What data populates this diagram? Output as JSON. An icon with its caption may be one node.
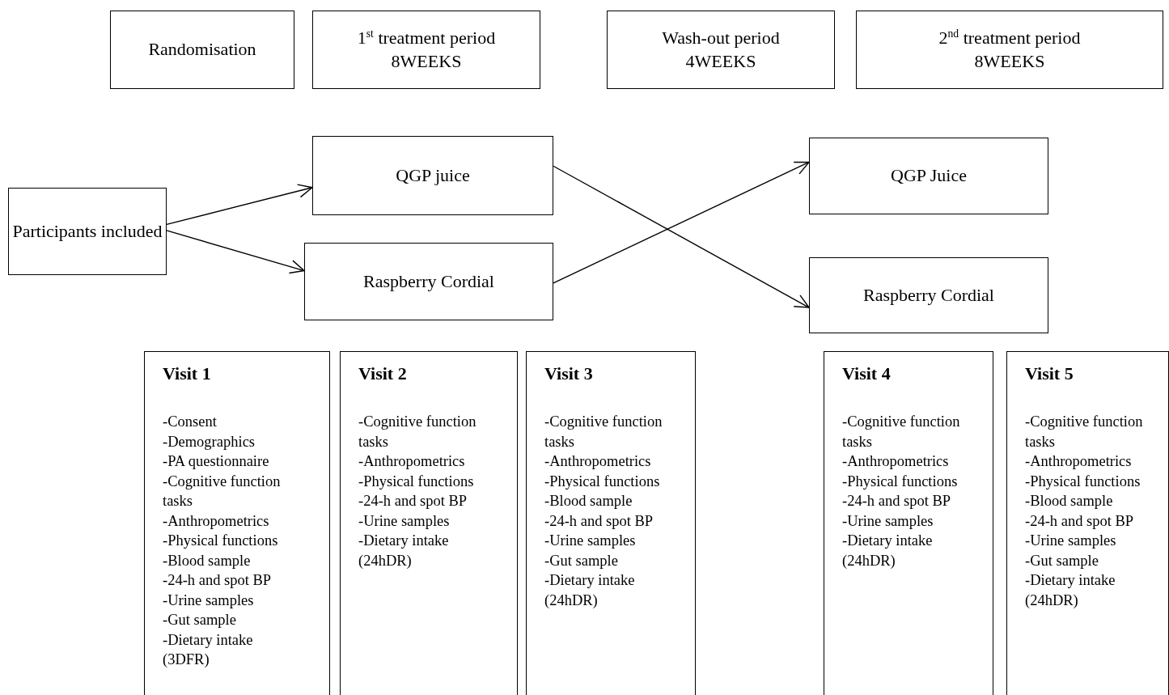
{
  "diagram": {
    "nodes": [
      {
        "text": [
          "Randomisation"
        ]
      },
      {
        "text": [
          "1$^{st}$ treatment period",
          "8WEEKS"
        ]
      },
      {
        "text": [
          "Wash-out period",
          "4WEEKS"
        ]
      },
      {
        "text": [
          "2$^{nd}$ treatment period",
          "8WEEKS"
        ]
      },
      {
        "text": [
          "Participants included"
        ]
      },
      {
        "text": [
          "QGP juice"
        ]
      },
      {
        "text": [
          "Raspberry Cordial"
        ]
      },
      {
        "text": [
          "QGP Juice"
        ]
      },
      {
        "text": [
          "Raspberry Cordial"
        ]
      },
      {
        "text": [
          "Visit 1",
          "-Consent",
          "-Demographics",
          "-PA questionnaire",
          "-Cognitive function tasks",
          "-Anthropometrics",
          "-Physical functions",
          "-Blood sample",
          "-24-h and spot BP",
          "-Urine samples",
          "-Gut sample",
          "-Dietary intake (3DFR)"
        ]
      },
      {
        "text": [
          "Visit 2",
          "-Cognitive function tasks",
          "-Anthropometrics",
          "-Physical functions",
          "-24-h and spot BP",
          "-Urine samples",
          "-Dietary intake (24hDR)"
        ]
      },
      {
        "text": [
          "Visit 3",
          "-Cognitive function tasks",
          "-Anthropometrics",
          "-Physical functions",
          "-Blood sample",
          "-24-h and spot BP",
          "-Urine samples",
          "-Gut sample",
          "-Dietary intake (24hDR)"
        ]
      },
      {
        "text": [
          "Visit 4",
          "-Cognitive function tasks",
          "-Anthropometrics",
          "-Physical functions",
          "-24-h and spot BP",
          "-Urine samples",
          "-Dietary intake (24hDR)"
        ]
      },
      {
        "text": [
          "Visit 5",
          "-Cognitive function tasks",
          "-Anthropometrics",
          "-Physical functions",
          "-Blood sample",
          "-24-h and spot BP",
          "-Urine samples",
          "-Gut sample",
          "-Dietary intake (24hDR)"
        ]
      }
    ],
    "edges": [
      {
        "from": 4,
        "to": 5,
        "arrow": "to"
      },
      {
        "from": 4,
        "to": 6,
        "arrow": "to"
      },
      {
        "from": 5,
        "to": 8,
        "arrow": "to"
      },
      {
        "from": 6,
        "to": 7,
        "arrow": "to"
      }
    ]
  }
}
